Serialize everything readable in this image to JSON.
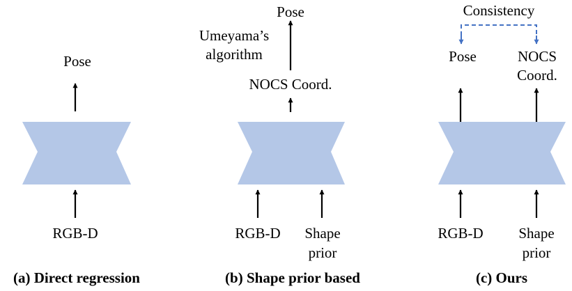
{
  "colors": {
    "network": "#b4c7e7",
    "arrow": "#000000",
    "consistency": "#4472c4"
  },
  "panel_a": {
    "output": "Pose",
    "input": "RGB-D",
    "caption": "(a) Direct regression"
  },
  "panel_b": {
    "output": "Pose",
    "method_line1": "Umeyama’s",
    "method_line2": "algorithm",
    "intermediate": "NOCS Coord.",
    "input1": "RGB-D",
    "input2_line1": "Shape",
    "input2_line2": "prior",
    "caption": "(b) Shape prior based"
  },
  "panel_c": {
    "consistency": "Consistency",
    "output1": "Pose",
    "output2_line1": "NOCS",
    "output2_line2": "Coord.",
    "input1": "RGB-D",
    "input2_line1": "Shape",
    "input2_line2": "prior",
    "caption": "(c) Ours"
  }
}
